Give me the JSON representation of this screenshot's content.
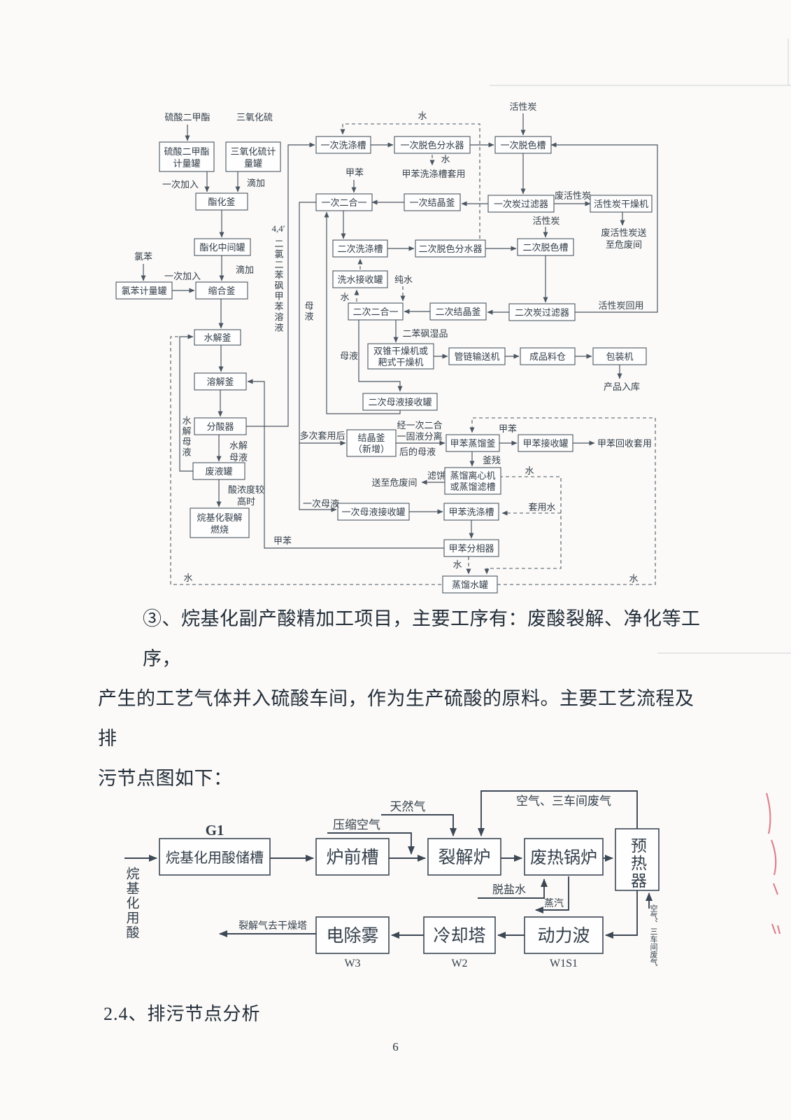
{
  "text": {
    "p1": "③、烷基化副产酸精加工项目，主要工序有：废酸裂解、净化等工序，",
    "p2": "产生的工艺气体并入硫酸车间，作为生产硫酸的原料。主要工艺流程及排",
    "p3": "污节点图如下：",
    "heading": "2.4、排污节点分析",
    "pageno": "6"
  },
  "colors": {
    "ink": "#333e4a",
    "line": "#4b5662",
    "bottom_line": "#3d4855",
    "red_pen": "#d4707e",
    "paper": "#fbfaf8"
  },
  "top": {
    "nodes": {
      "dms1": "硫酸二甲酯",
      "dms2": "计量罐",
      "so31": "三氧化硫计",
      "so32": "量罐",
      "zhf": "酯化釜",
      "zhzjg": "酯化中间罐",
      "lbjlg": "氯苯计量罐",
      "shf": "缩合釜",
      "sjf": "水解釜",
      "rjf": "溶解釜",
      "fsq": "分酸器",
      "fyg": "废液罐",
      "wjh1": "烷基化裂解",
      "wjh2": "燃烧",
      "xdc1": "一次洗涤槽",
      "tsfsq1": "一次脱色分水器",
      "tsc1": "一次脱色槽",
      "ehy1": "一次二合一",
      "jjf1": "一次结晶釜",
      "tglq1": "一次炭过滤器",
      "hxtgzj": "活性炭干燥机",
      "xdc2": "二次洗涤槽",
      "tsfsq2": "二次脱色分水器",
      "tsc2": "二次脱色槽",
      "xsjsg": "洗水接收罐",
      "ehy2": "二次二合一",
      "jjf2": "二次结晶釜",
      "tglq2": "二次炭过滤器",
      "szgzj1": "双锥干燥机或",
      "szgzj2": "耙式干燥机",
      "gl": "管链输送机",
      "cplc": "成品料仓",
      "bzj": "包装机",
      "myjsg2": "二次母液接收罐",
      "jjfxz1": "结晶釜",
      "jjfxz2": "（新增）",
      "jbzlf": "甲苯蒸馏釜",
      "jbjsg": "甲苯接收罐",
      "zllxj1": "蒸馏离心机",
      "zllxj2": "或蒸馏滤槽",
      "myjsg1": "一次母液接收罐",
      "jbxdc": "甲苯洗涤槽",
      "jbfxq": "甲苯分相器",
      "zlsg": "蒸馏水罐"
    },
    "labels": {
      "dms": "硫酸二甲酯",
      "so3": "三氧化硫",
      "yjr1": "一次加入",
      "dj1": "滴加",
      "lb": "氯苯",
      "dj2": "滴加",
      "yjr2": "一次加入",
      "ff44": "4,4′",
      "ff44v": "二氯二苯砜甲苯溶液",
      "my1": "母液",
      "shuitop": "水",
      "hxt1": "活性炭",
      "jb1": "甲苯",
      "shuib": "水",
      "jbxdcty": "甲苯洗涤槽套用",
      "fhxt": "废活性炭",
      "fhxts1": "废活性炭送",
      "fhxts2": "至危废间",
      "hxt2": "活性炭",
      "hxthy": "活性炭回用",
      "chunshui": "纯水",
      "shuic": "水",
      "bfsp": "二苯砜湿品",
      "my2": "母液",
      "cprk": "产品入库",
      "dcty": "多次套用后",
      "jyc1": "经一次二合",
      "jyc2": "一固液分离",
      "jyc3": "后的母液",
      "jb2": "甲苯",
      "jbhsty": "甲苯回收套用",
      "fc": "釜残",
      "lbing": "滤饼",
      "szwfj": "送至危废间",
      "shuid": "水",
      "yicimy": "一次母液",
      "tyshui": "套用水",
      "shuie": "水",
      "shuif": "水",
      "shuig": "水",
      "jb3": "甲苯",
      "sjmyv": "水解母液",
      "sjmy1": "水解",
      "sjmy2": "母液",
      "snd1": "酸浓度较",
      "snd2": "高时"
    }
  },
  "bottom": {
    "nodes": {
      "cc": "烷基化用酸储槽",
      "lqc": "炉前槽",
      "ljl": "裂解炉",
      "frgl": "废热锅炉",
      "yrq": "预热器",
      "dlb": "动力波",
      "lqt": "冷却塔",
      "dcw": "电除雾"
    },
    "labels": {
      "g1": "G1",
      "wjhys": "烷基化用酸",
      "ysq": "压缩空气",
      "trq": "天然气",
      "kqsc": "空气、三车间废气",
      "tys": "脱盐水",
      "zq": "蒸汽",
      "ljq": "裂解气去干燥塔",
      "w3": "W3",
      "w2": "W2",
      "w1s1": "W1S1",
      "kqscv": "空气、三车间废气"
    }
  }
}
